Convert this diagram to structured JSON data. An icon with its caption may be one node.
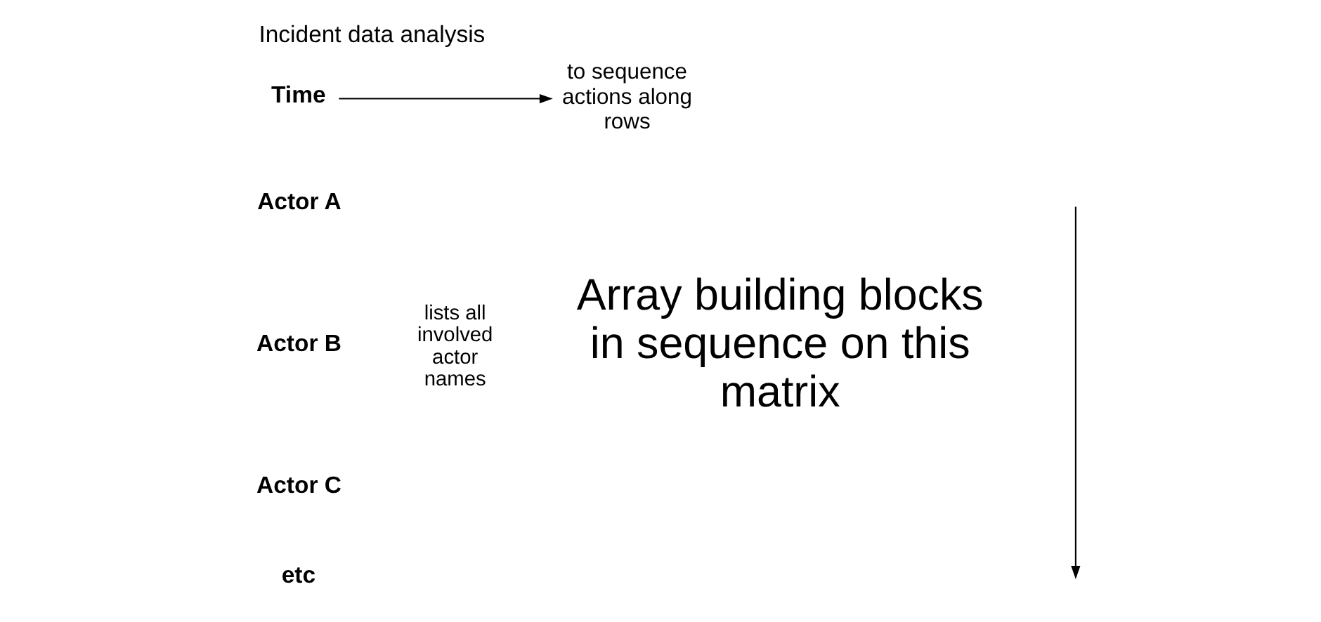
{
  "diagram": {
    "title": "Incident data analysis",
    "nodes": [
      {
        "text": [
          "Time"
        ]
      },
      {
        "text": [
          "to sequence actions along rows"
        ]
      },
      {
        "text": [
          "Actor A"
        ]
      },
      {
        "text": [
          "Actor B"
        ]
      },
      {
        "text": [
          "Actor C"
        ]
      },
      {
        "text": [
          "etc"
        ]
      }
    ],
    "edges": [
      {
        "from": 0,
        "to": 1,
        "arrow": "to"
      }
    ],
    "labels": [
      "lists all involved actor names",
      "Array building blocks in sequence on this matrix"
    ]
  }
}
